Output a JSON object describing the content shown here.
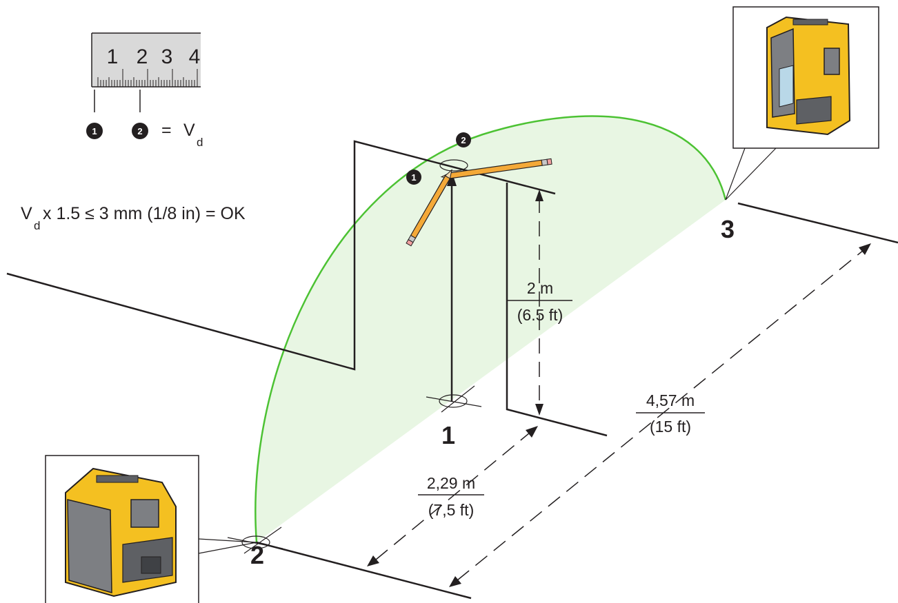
{
  "legend": {
    "ruler_numbers": [
      "1",
      "2",
      "3",
      "4"
    ],
    "marker_1": "1",
    "marker_2": "2",
    "equals": "=",
    "vd_base": "V",
    "vd_sub": "d"
  },
  "formula": {
    "vd_base": "V",
    "vd_sub": "d",
    "text": "x 1.5 ≤ 3 mm (1/8 in) = OK"
  },
  "pencil_markers": {
    "m1": "1",
    "m2": "2"
  },
  "positions": {
    "p1": "1",
    "p2": "2",
    "p3": "3"
  },
  "dimensions": {
    "height_m": "2 m",
    "height_ft": "(6.5 ft)",
    "half_dist_m": "2,29 m",
    "half_dist_ft": "(7,5 ft)",
    "full_dist_m": "4,57 m",
    "full_dist_ft": "(15 ft)"
  },
  "colors": {
    "laser_green": "#4cc233",
    "laser_fill": "#e8f6e3",
    "tool_yellow": "#f4c021",
    "tool_gray": "#7d7f83",
    "line": "#231f20"
  },
  "icons": [
    "laser-level-tool-icon",
    "pencil-icon",
    "ruler-icon"
  ]
}
